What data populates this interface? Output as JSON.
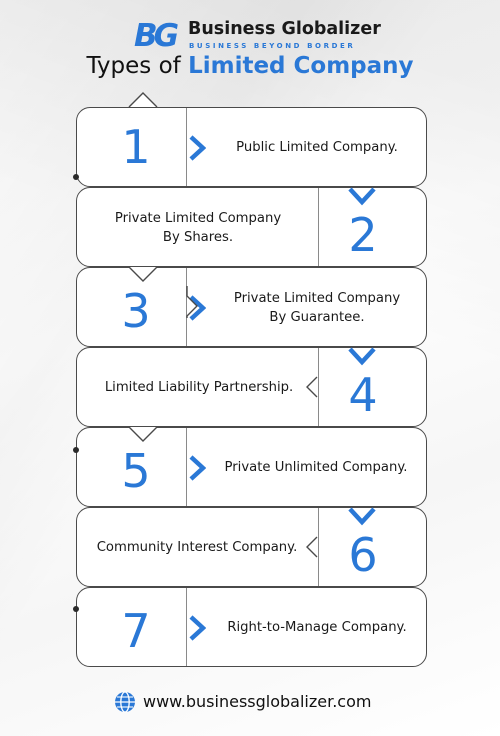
{
  "brand": {
    "logo_text": "BG",
    "name": "Business Globalizer",
    "tagline": "BUSINESS BEYOND BORDER"
  },
  "title": {
    "prefix": "Types of",
    "highlight": "Limited Company"
  },
  "items": [
    {
      "number": "1",
      "label_lines": [
        "Public Limited Company."
      ]
    },
    {
      "number": "2",
      "label_lines": [
        "Private Limited Company",
        "By Shares."
      ]
    },
    {
      "number": "3",
      "label_lines": [
        "Private Limited Company",
        "By Guarantee."
      ]
    },
    {
      "number": "4",
      "label_lines": [
        "Limited Liability Partnership."
      ]
    },
    {
      "number": "5",
      "label_lines": [
        "Private Unlimited Company."
      ]
    },
    {
      "number": "6",
      "label_lines": [
        "Community Interest Company."
      ]
    },
    {
      "number": "7",
      "label_lines": [
        "Right-to-Manage Company."
      ]
    }
  ],
  "footer": {
    "url": "www.businessglobalizer.com",
    "icon": "globe-icon"
  },
  "colors": {
    "accent": "#2a78d6",
    "text": "#1a1a1a",
    "border": "#4a4a4a"
  }
}
